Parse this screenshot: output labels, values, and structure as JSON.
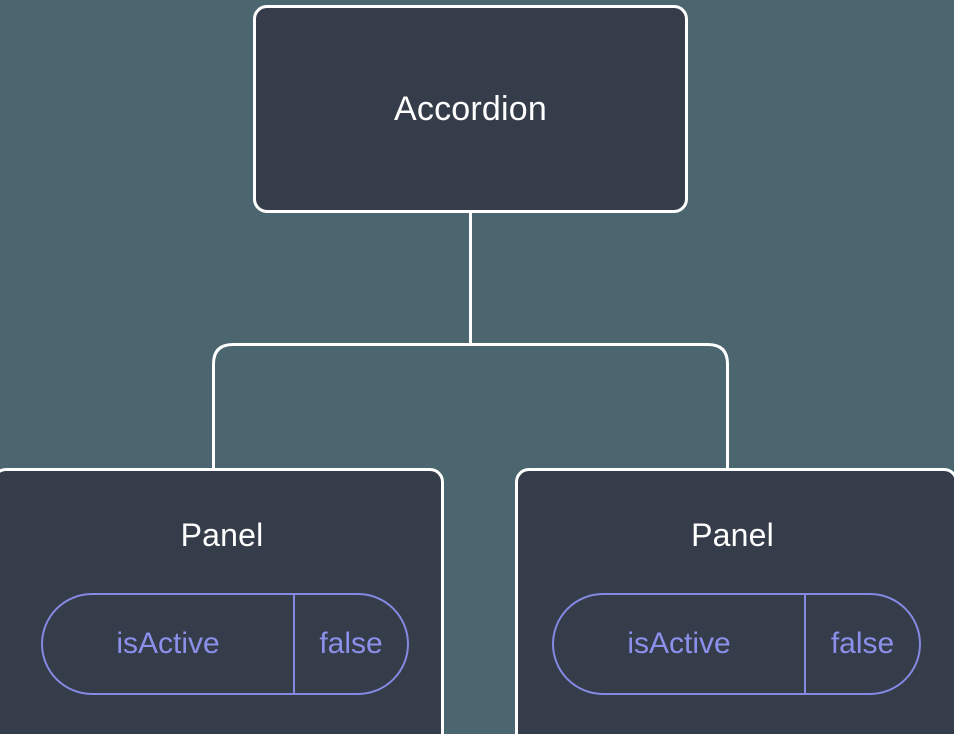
{
  "diagram": {
    "type": "component-tree",
    "background_color": "#4c6670",
    "node_fill_color": "#353c4a",
    "node_border_color": "#ffffff",
    "connector_color": "#ffffff",
    "prop_accent_color": "#8489e2",
    "prop_text_color": "#8b90ea",
    "root": {
      "title": "Accordion"
    },
    "children": [
      {
        "title": "Panel",
        "prop": {
          "key": "isActive",
          "value": "false"
        }
      },
      {
        "title": "Panel",
        "prop": {
          "key": "isActive",
          "value": "false"
        }
      }
    ]
  }
}
